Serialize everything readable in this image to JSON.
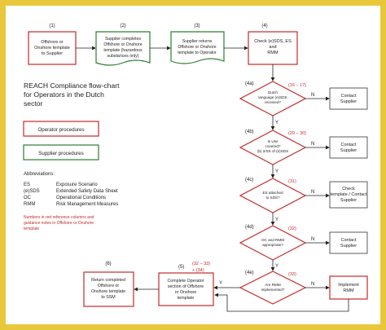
{
  "title_lines": [
    "REACH Compliance flow-chart",
    "for Operators in the Dutch",
    "sector"
  ],
  "steps": {
    "s1": {
      "num": "(1)",
      "lines": [
        "Offshore or",
        "Onshore template",
        "to Supplier"
      ]
    },
    "s2": {
      "num": "(2)",
      "lines": [
        "Supplier completes",
        "Offshore or Onshore",
        "template (hazardous",
        "substances only)"
      ]
    },
    "s3": {
      "num": "(3)",
      "lines": [
        "Supplier returns",
        "Offshore or Onshore",
        "template to Operator"
      ]
    },
    "s4": {
      "num": "(4)",
      "lines": [
        "Check (e)SDS, ES",
        "and",
        "RMM"
      ]
    },
    "s5": {
      "num": "(5)",
      "lines": [
        "Complete Operator",
        "section of Offshore",
        "or Onshore",
        "template"
      ]
    },
    "s6": {
      "num": "(6)",
      "lines": [
        "Return completed",
        "Offshore or",
        "Onshore template",
        "to SSM"
      ]
    }
  },
  "decisions": {
    "d4a": {
      "num": "(4a)",
      "ref": "(16 – 17)",
      "lines": [
        "Dutch",
        "language (e)SDS",
        "received?"
      ]
    },
    "d4b": {
      "num": "(4b)",
      "ref": "(29 – 30)",
      "lines": [
        "Is Use",
        "covered?",
        "(b) 2/SS of (e)SDS"
      ]
    },
    "d4c": {
      "num": "(4c)",
      "ref": "(31)",
      "lines": [
        "ES attached",
        "to SDS?"
      ]
    },
    "d4d": {
      "num": "(4d)",
      "ref": "(32)",
      "lines": [
        "OC and RMM",
        "appropriate?"
      ]
    },
    "d4e": {
      "num": "(4e)",
      "ref": "(33)",
      "lines": [
        "Are RMM",
        "implemented?"
      ]
    }
  },
  "actions": {
    "a1": {
      "lines": [
        "Contact",
        "Supplier"
      ]
    },
    "a2": {
      "lines": [
        "Contact",
        "Supplier"
      ]
    },
    "a3": {
      "lines": [
        "Check",
        "template / Contact",
        "Supplier"
      ]
    },
    "a4": {
      "lines": [
        "Contact",
        "Supplier"
      ]
    },
    "a5": {
      "lines": [
        "Implement",
        "RMM"
      ]
    }
  },
  "refs": {
    "s5_ref1": "(32 – 33)",
    "s5_ref2": "+ (34)"
  },
  "labels": {
    "yes": "Y",
    "no": "N"
  },
  "legend": {
    "operator": "Operator procedures",
    "supplier": "Supplier procedures"
  },
  "abbreviations": {
    "heading": "Abbreviations:",
    "items": [
      {
        "abbr": "ES",
        "desc": "Exposure Scenario"
      },
      {
        "abbr": "(e)SDS",
        "desc": "Extended Safety Data Sheet"
      },
      {
        "abbr": "OC",
        "desc": "Operational Conditions"
      },
      {
        "abbr": "RMM",
        "desc": "Risk Management Measures"
      }
    ]
  },
  "note_lines": [
    "Numbers in red reference columns and",
    "guidance notes in Offshore or Onshore",
    "template"
  ],
  "colors": {
    "operator": "#c62828",
    "supplier": "#2e7d32",
    "frame": "#e9c73a"
  }
}
